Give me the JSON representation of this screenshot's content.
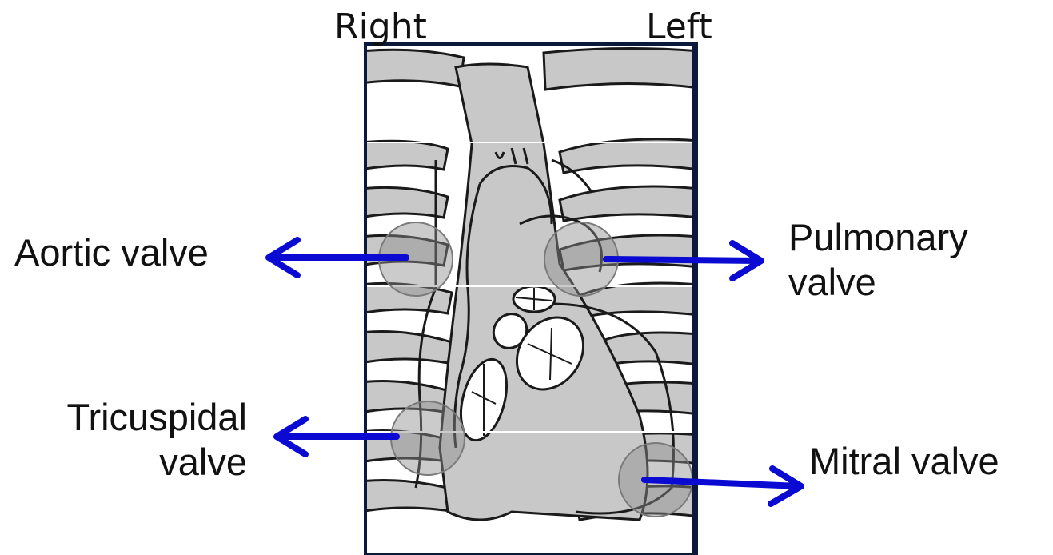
{
  "orientation": {
    "right_label": "Right",
    "left_label": "Left"
  },
  "labels": {
    "aortic": "Aortic valve",
    "pulmonary_line1": "Pulmonary",
    "pulmonary_line2": "valve",
    "tricuspid_line1": "Tricuspidal",
    "tricuspid_line2": "valve",
    "mitral": "Mitral valve"
  },
  "colors": {
    "arrow": "#0a0ad2",
    "frame": "#0b1a3a",
    "body_fill": "#c8c8c8",
    "outline": "#1a1a1a",
    "marker_fill": "#9a9a9a"
  }
}
